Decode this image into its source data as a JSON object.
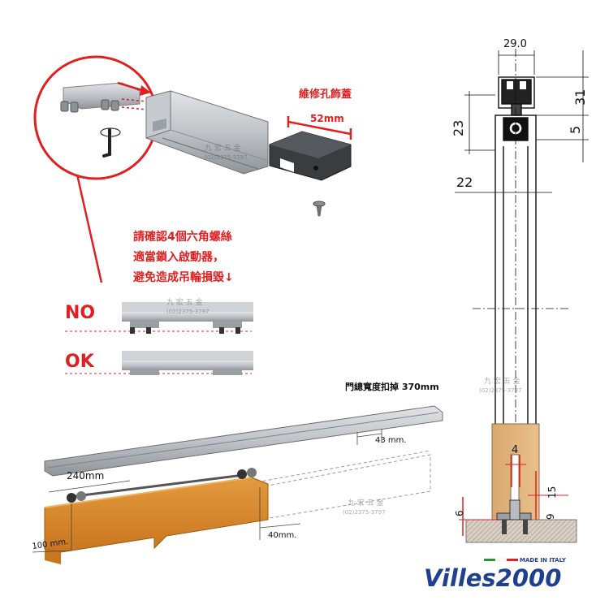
{
  "callouts": {
    "cover_title": "維修孔飾蓋",
    "cover_width": "52mm",
    "warning_line1": "請確認4個六角螺絲",
    "warning_line2": "適當鎖入啟動器，",
    "warning_line3": "避免造成吊輪損毀↓",
    "no_label": "NO",
    "ok_label": "OK"
  },
  "dimensions": {
    "top_width": "29.0",
    "height_31": "31",
    "height_23": "23",
    "height_5": "5",
    "width_22": "22",
    "guide_4": "4",
    "guide_15": "15",
    "guide_9": "9",
    "guide_6": "6",
    "door_deduct": "門總寬度扣掉 370mm",
    "gap_43": "43 mm.",
    "offset_240": "240mm",
    "offset_100": "100 mm.",
    "offset_40": "40mm."
  },
  "watermark": {
    "name": "九 宏 五 金",
    "phone": "(02)2375-3797"
  },
  "brand": {
    "logo_text": "Villes2000",
    "made_in": "MADE IN ITALY",
    "colors": {
      "blue": "#1f3f8f",
      "green": "#2f8f3f",
      "red": "#d8232a"
    }
  }
}
